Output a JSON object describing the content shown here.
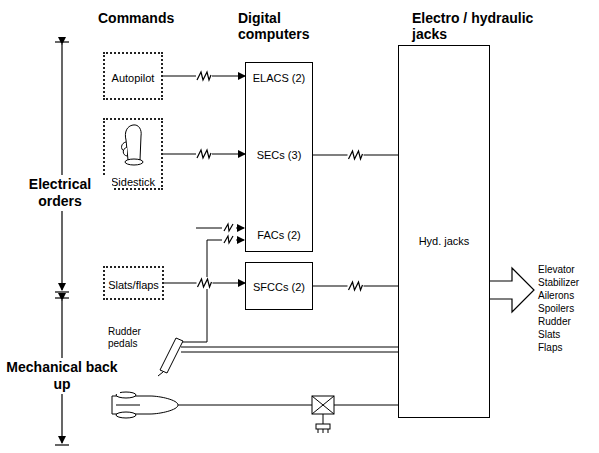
{
  "diagram": {
    "nodes": [
      {
        "text": [
          "Autopilot"
        ]
      },
      {
        "text": [
          "Sidestick"
        ]
      },
      {
        "text": [
          "ELACS (2)",
          "SECs (3)",
          "FACs (2)"
        ]
      },
      {
        "text": [
          "Slats/flaps"
        ]
      },
      {
        "text": [
          "SFCCs (2)"
        ]
      },
      {
        "text": [
          "Hyd. jacks"
        ]
      }
    ],
    "edges": [
      {
        "from": 0,
        "to": 2,
        "arrow": "to"
      },
      {
        "from": 1,
        "to": 2,
        "arrow": "to"
      },
      {
        "from": 2,
        "to": 5,
        "arrow": "none"
      },
      {
        "from": 3,
        "to": 4,
        "arrow": "to"
      },
      {
        "from": 4,
        "to": 5,
        "arrow": "none"
      }
    ],
    "labels": [
      "Commands",
      "Digital computers",
      "Electro / hydraulic jacks",
      "Electrical orders",
      "Mechanical back up",
      "Rudder pedals",
      "Elevator",
      "Stabilizer",
      "Ailerons",
      "Spoilers",
      "Rudder",
      "Slats",
      "Flaps"
    ]
  }
}
